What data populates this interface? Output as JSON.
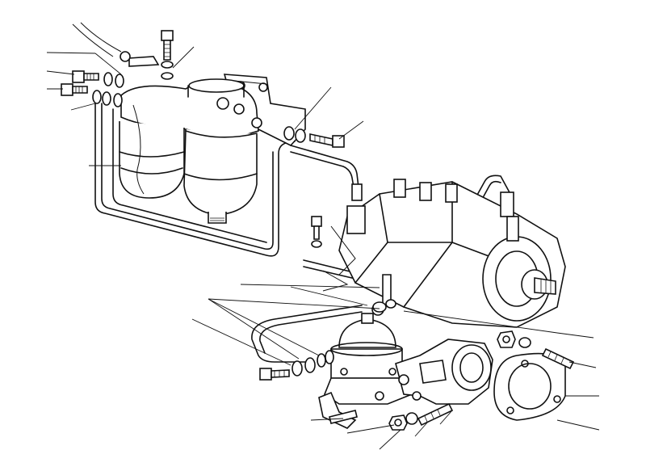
{
  "diagram": {
    "style": "exploded line drawing",
    "stroke_color": "#111111",
    "background_color": "#ffffff",
    "parts": [
      "fuel-filter-assembly",
      "filter-mounting-bracket",
      "fuel-injection-pump",
      "fuel-lift-pump",
      "adapter-housing",
      "gasket",
      "fuel-pipes",
      "banjo-bolts",
      "sealing-washers",
      "studs",
      "nuts"
    ]
  }
}
